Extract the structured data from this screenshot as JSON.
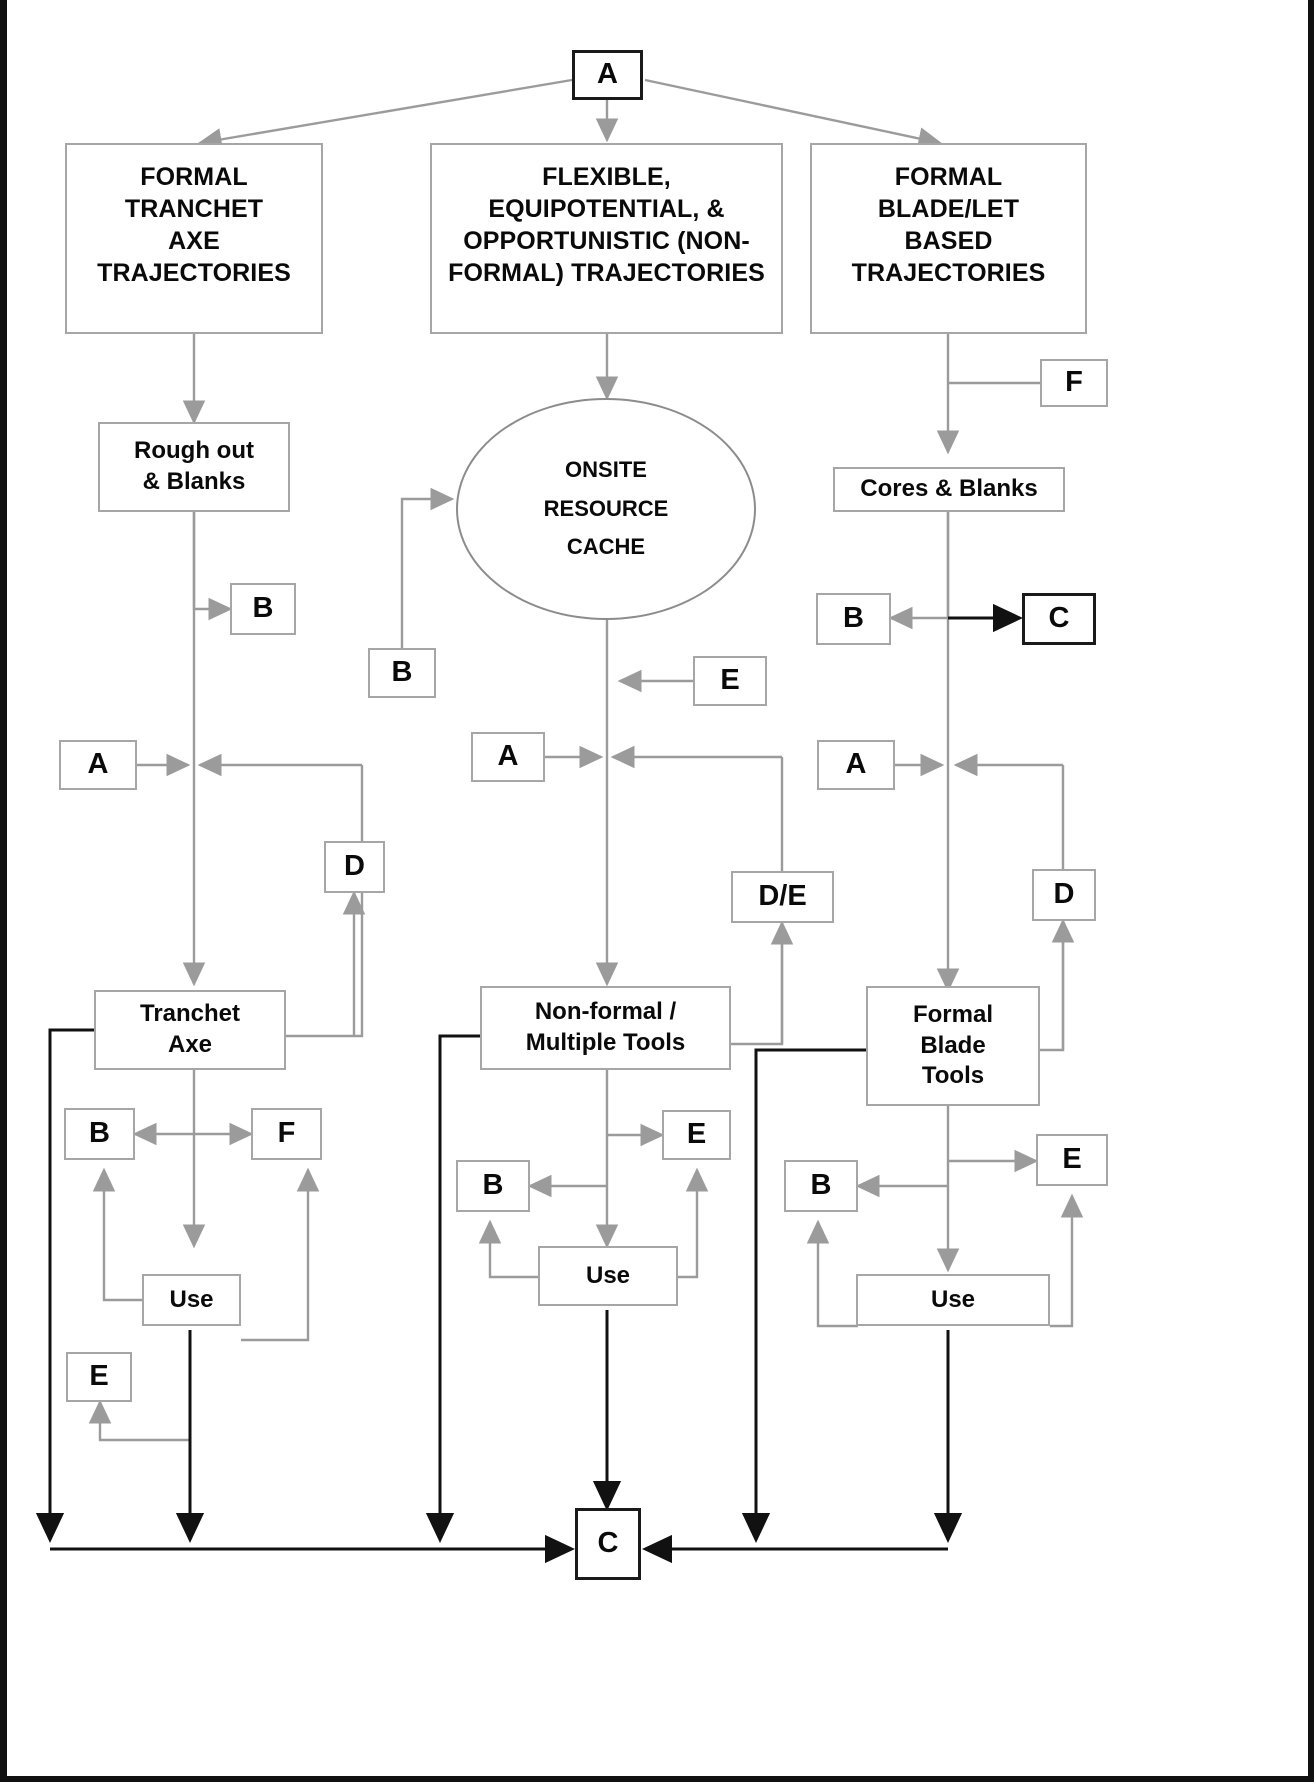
{
  "diagram": {
    "title_letter": "A",
    "type": "flowchart",
    "palette": {
      "light_stroke": "#a6a6a6",
      "dark_stroke": "#1a1a1a",
      "background": "#ffffff",
      "text": "#0a0a0a"
    },
    "nodes": [
      {
        "id": "root-a",
        "label": "A",
        "shape": "rect"
      },
      {
        "id": "col1-header",
        "label": "FORMAL\nTRANCHET\nAXE\nTRAJECTORIES",
        "shape": "rect"
      },
      {
        "id": "col2-header",
        "label": "FLEXIBLE,\nEQUIPOTENTIAL, &\nOPPORTUNISTIC (NON-\nFORMAL) TRAJECTORIES",
        "shape": "rect"
      },
      {
        "id": "col3-header",
        "label": "FORMAL\nBLADE/LET\nBASED\nTRAJECTORIES",
        "shape": "rect"
      },
      {
        "id": "rough-out-blanks",
        "label": "Rough out\n& Blanks",
        "shape": "rect"
      },
      {
        "id": "onsite-cache",
        "label": "ONSITE\nRESOURCE\nCACHE",
        "shape": "ellipse"
      },
      {
        "id": "cores-blanks",
        "label": "Cores & Blanks",
        "shape": "rect"
      },
      {
        "id": "col3-f",
        "label": "F",
        "shape": "rect"
      },
      {
        "id": "col1-b-top",
        "label": "B",
        "shape": "rect"
      },
      {
        "id": "col2-b-cache",
        "label": "B",
        "shape": "rect"
      },
      {
        "id": "col3-b-mid",
        "label": "B",
        "shape": "rect"
      },
      {
        "id": "col3-c-mid",
        "label": "C",
        "shape": "rect"
      },
      {
        "id": "col2-e-cache",
        "label": "E",
        "shape": "rect"
      },
      {
        "id": "col1-a-mid",
        "label": "A",
        "shape": "rect"
      },
      {
        "id": "col2-a-mid",
        "label": "A",
        "shape": "rect"
      },
      {
        "id": "col3-a-mid",
        "label": "A",
        "shape": "rect"
      },
      {
        "id": "col1-d",
        "label": "D",
        "shape": "rect"
      },
      {
        "id": "col2-de",
        "label": "D/E",
        "shape": "rect"
      },
      {
        "id": "col3-d",
        "label": "D",
        "shape": "rect"
      },
      {
        "id": "tranchet-axe",
        "label": "Tranchet\nAxe",
        "shape": "rect"
      },
      {
        "id": "non-formal-tools",
        "label": "Non-formal /\nMultiple Tools",
        "shape": "rect"
      },
      {
        "id": "formal-blade-tools",
        "label": "Formal\nBlade\nTools",
        "shape": "rect"
      },
      {
        "id": "col1-b-low",
        "label": "B",
        "shape": "rect"
      },
      {
        "id": "col1-f-low",
        "label": "F",
        "shape": "rect"
      },
      {
        "id": "col2-e-low",
        "label": "E",
        "shape": "rect"
      },
      {
        "id": "col2-b-low",
        "label": "B",
        "shape": "rect"
      },
      {
        "id": "col3-e-low",
        "label": "E",
        "shape": "rect"
      },
      {
        "id": "col3-b-low",
        "label": "B",
        "shape": "rect"
      },
      {
        "id": "col1-use",
        "label": "Use",
        "shape": "rect"
      },
      {
        "id": "col2-use",
        "label": "Use",
        "shape": "rect"
      },
      {
        "id": "col3-use",
        "label": "Use",
        "shape": "rect"
      },
      {
        "id": "col1-e-bottom",
        "label": "E",
        "shape": "rect"
      },
      {
        "id": "final-c",
        "label": "C",
        "shape": "rect"
      }
    ],
    "edges": [
      {
        "from": "root-a",
        "to": "col1-header"
      },
      {
        "from": "root-a",
        "to": "col2-header"
      },
      {
        "from": "root-a",
        "to": "col3-header"
      },
      {
        "from": "col1-header",
        "to": "rough-out-blanks"
      },
      {
        "from": "col2-header",
        "to": "onsite-cache"
      },
      {
        "from": "col3-header",
        "to": "cores-blanks"
      },
      {
        "from": "col3-f",
        "to": "cores-blanks"
      },
      {
        "from": "rough-out-blanks",
        "to": "col1-b-top"
      },
      {
        "from": "rough-out-blanks",
        "to": "tranchet-axe"
      },
      {
        "from": "col2-b-cache",
        "to": "onsite-cache"
      },
      {
        "from": "col2-e-cache",
        "to": "onsite-cache"
      },
      {
        "from": "onsite-cache",
        "to": "non-formal-tools"
      },
      {
        "from": "cores-blanks",
        "to": "col3-b-mid"
      },
      {
        "from": "cores-blanks",
        "to": "col3-c-mid"
      },
      {
        "from": "cores-blanks",
        "to": "formal-blade-tools"
      },
      {
        "from": "col1-a-mid",
        "to": "tranchet-axe"
      },
      {
        "from": "col2-a-mid",
        "to": "non-formal-tools"
      },
      {
        "from": "col3-a-mid",
        "to": "formal-blade-tools"
      },
      {
        "from": "tranchet-axe",
        "to": "col1-d"
      },
      {
        "from": "non-formal-tools",
        "to": "col2-de"
      },
      {
        "from": "formal-blade-tools",
        "to": "col3-d"
      },
      {
        "from": "tranchet-axe",
        "to": "col1-b-low"
      },
      {
        "from": "tranchet-axe",
        "to": "col1-f-low"
      },
      {
        "from": "tranchet-axe",
        "to": "col1-use"
      },
      {
        "from": "non-formal-tools",
        "to": "col2-e-low"
      },
      {
        "from": "non-formal-tools",
        "to": "col2-b-low"
      },
      {
        "from": "non-formal-tools",
        "to": "col2-use"
      },
      {
        "from": "formal-blade-tools",
        "to": "col3-e-low"
      },
      {
        "from": "formal-blade-tools",
        "to": "col3-b-low"
      },
      {
        "from": "formal-blade-tools",
        "to": "col3-use"
      },
      {
        "from": "col1-use",
        "to": "col1-b-low"
      },
      {
        "from": "col1-use",
        "to": "col1-f-low"
      },
      {
        "from": "col1-use",
        "to": "col1-e-bottom"
      },
      {
        "from": "col2-use",
        "to": "col2-b-low"
      },
      {
        "from": "col2-use",
        "to": "col2-e-low"
      },
      {
        "from": "col3-use",
        "to": "col3-b-low"
      },
      {
        "from": "col3-use",
        "to": "col3-e-low"
      },
      {
        "from": "tranchet-axe",
        "to": "final-c"
      },
      {
        "from": "col1-use",
        "to": "final-c"
      },
      {
        "from": "non-formal-tools",
        "to": "final-c"
      },
      {
        "from": "col2-use",
        "to": "final-c"
      },
      {
        "from": "formal-blade-tools",
        "to": "final-c"
      },
      {
        "from": "col3-use",
        "to": "final-c"
      }
    ]
  }
}
